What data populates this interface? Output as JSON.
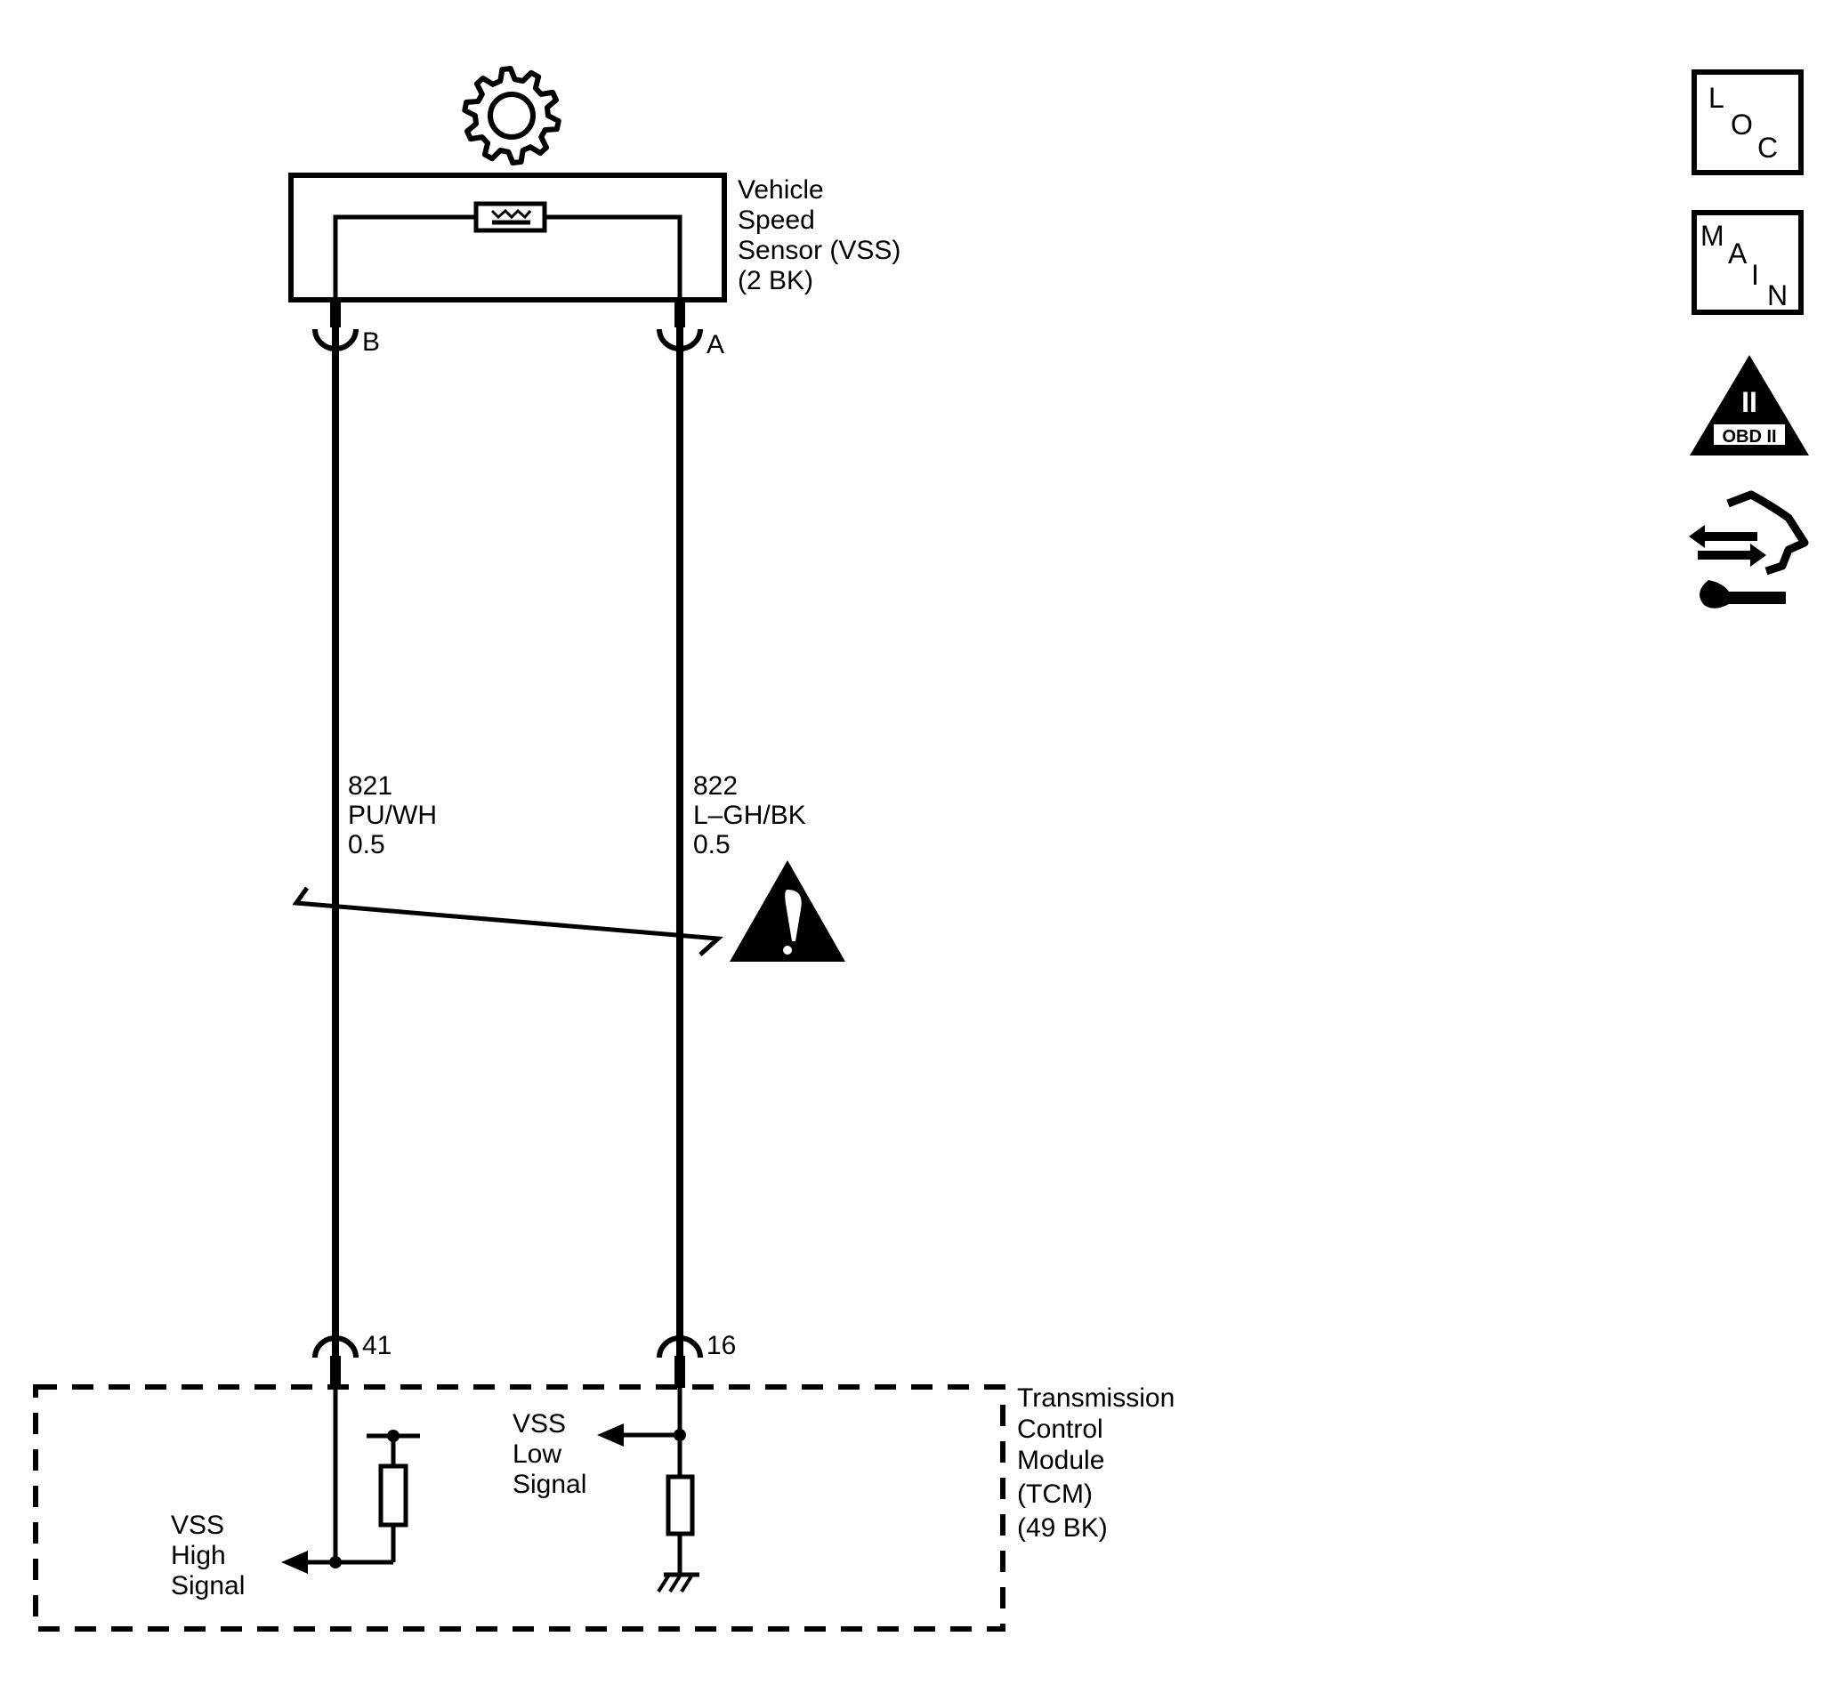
{
  "sensor": {
    "name_lines": [
      "Vehicle",
      "Speed",
      "Sensor (VSS)",
      "(2 BK)"
    ],
    "pin_left": "B",
    "pin_right": "A"
  },
  "wires": {
    "left": {
      "circuit": "821",
      "color": "PU/WH",
      "gauge": "0.5"
    },
    "right": {
      "circuit": "822",
      "color": "L–GH/BK",
      "gauge": "0.5"
    }
  },
  "module": {
    "name_lines": [
      "Transmission",
      "Control",
      "Module",
      "(TCM)",
      "(49 BK)"
    ],
    "pin_left": "41",
    "pin_right": "16",
    "high_signal_lines": [
      "VSS",
      "High",
      "Signal"
    ],
    "low_signal_lines": [
      "VSS",
      "Low",
      "Signal"
    ]
  },
  "side_icons": {
    "loc": {
      "letters": [
        "L",
        "O",
        "C"
      ]
    },
    "main": {
      "letters": [
        "M",
        "A",
        "I",
        "N"
      ]
    },
    "obd": {
      "symbol": "II",
      "label": "OBD II"
    },
    "service": {
      "icon": "arrows-and-wrench-icon"
    }
  },
  "icons": {
    "sensor_top": "gear-icon",
    "caution": "caution-triangle-icon"
  }
}
